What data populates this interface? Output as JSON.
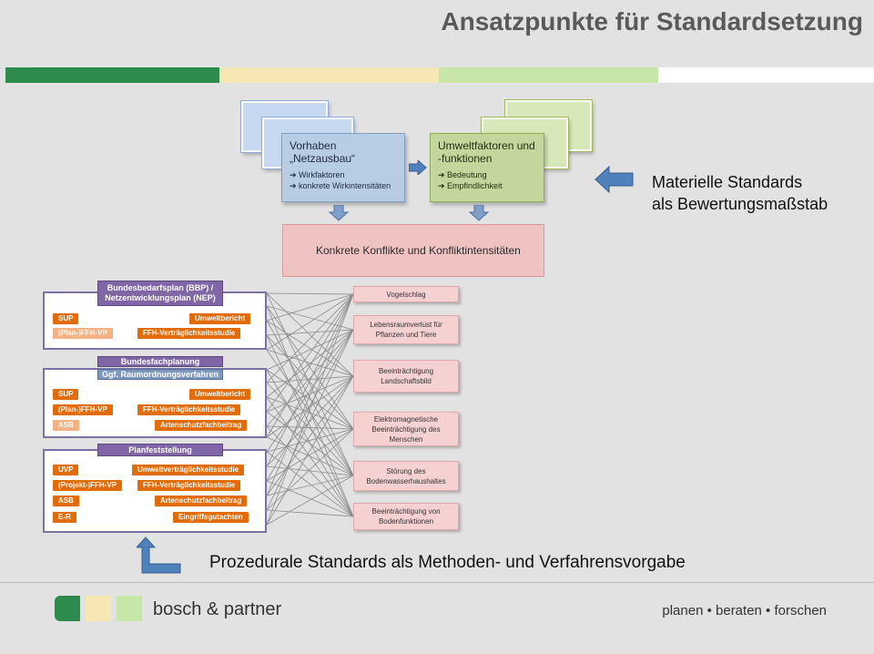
{
  "title": "Ansatzpunkte für Standardsetzung",
  "colors": {
    "dark_green": "#2e8b4e",
    "beige": "#f7e7b5",
    "light_green": "#c8e6a8",
    "arrow_blue": "#4f81bd"
  },
  "top": {
    "vorhaben_title": "Vorhaben „Netzausbau“",
    "vorhaben_items": [
      "➔ Wirkfaktoren",
      "➔ konkrete Wirkintensitäten"
    ],
    "umwelt_title": "Umweltfaktoren und -funktionen",
    "umwelt_items": [
      "➔ Bedeutung",
      "➔ Empfindlichkeit"
    ],
    "konflikte": "Konkrete Konflikte und Konfliktintensitäten"
  },
  "materielle": {
    "line1": "Materielle Standards",
    "line2": "als Bewertungsmaßstab"
  },
  "panels": {
    "p1": {
      "header": "Bundesbedarfsplan (BBP) / Netzentwicklungsplan (NEP)",
      "left": [
        "SUP",
        "(Plan-)FFH-VP"
      ],
      "right": [
        "Umweltbericht",
        "FFH-Verträglichkeitsstudie"
      ]
    },
    "p2": {
      "header1": "Bundesfachplanung",
      "header2": "Ggf. Raumordnungsverfahren",
      "left": [
        "SUP",
        "(Plan-)FFH-VP",
        "ASB"
      ],
      "right": [
        "Umweltbericht",
        "FFH-Verträglichkeitsstudie",
        "Artenschutzfachbeitrag"
      ]
    },
    "p3": {
      "header": "Planfeststellung",
      "left": [
        "UVP",
        "(Projekt-)FFH-VP",
        "ASB",
        "E-R"
      ],
      "right": [
        "Umweltverträglichkeitsstudie",
        "FFH-Verträglichkeitsstudie",
        "Artenschutzfachbeitrag",
        "Eingriffsgutachten"
      ]
    }
  },
  "impacts": [
    "Vogelschlag",
    "Lebensraumverlust für Pflanzen und Tiere",
    "Beeinträchtigung Landschaftsbild",
    "Elektromagnetische Beeinträchtigung des Menschen",
    "Störung des Bodenwasserhaushaltes",
    "Beeinträchtigung von Bodenfunktionen"
  ],
  "procedural": "Prozedurale Standards als Methoden- und Verfahrensvorgabe",
  "footer": {
    "brand": "bosch & partner",
    "tagline": "planen • beraten • forschen"
  }
}
